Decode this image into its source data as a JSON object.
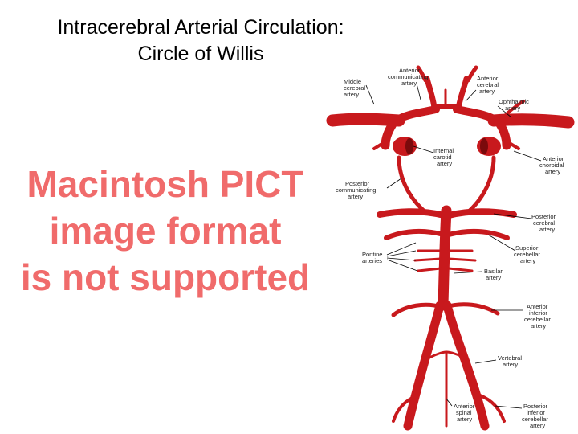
{
  "title": {
    "line1": "Intracerebral Arterial Circulation:",
    "line2": "Circle of Willis"
  },
  "placeholder": {
    "line1": "Macintosh PICT",
    "line2": "image format",
    "line3": "is not supported",
    "color": "#f06b6b"
  },
  "diagram": {
    "artery_color": "#c8191d",
    "labels": {
      "anterior_communicating": [
        "Anterior",
        "communicating",
        "artery"
      ],
      "middle_cerebral": [
        "Middle",
        "cerebral",
        "artery"
      ],
      "anterior_cerebral": [
        "Anterior",
        "cerebral",
        "artery"
      ],
      "ophthalmic": [
        "Ophthalmic",
        "artery"
      ],
      "internal_carotid": [
        "Internal",
        "carotid",
        "artery"
      ],
      "anterior_choroidal": [
        "Anterior",
        "choroidal",
        "artery"
      ],
      "posterior_communicating": [
        "Posterior",
        "communicating",
        "artery"
      ],
      "posterior_cerebral": [
        "Posterior",
        "cerebral",
        "artery"
      ],
      "superior_cerebellar": [
        "Superior",
        "cerebellar",
        "artery"
      ],
      "pontine": [
        "Pontine",
        "arteries"
      ],
      "basilar": [
        "Basilar",
        "artery"
      ],
      "anterior_inferior_cerebellar": [
        "Anterior",
        "inferior",
        "cerebellar",
        "artery"
      ],
      "vertebral": [
        "Vertebral",
        "artery"
      ],
      "anterior_spinal": [
        "Anterior",
        "spinal",
        "artery"
      ],
      "posterior_inferior_cerebellar": [
        "Posterior",
        "inferior",
        "cerebellar",
        "artery"
      ]
    }
  }
}
